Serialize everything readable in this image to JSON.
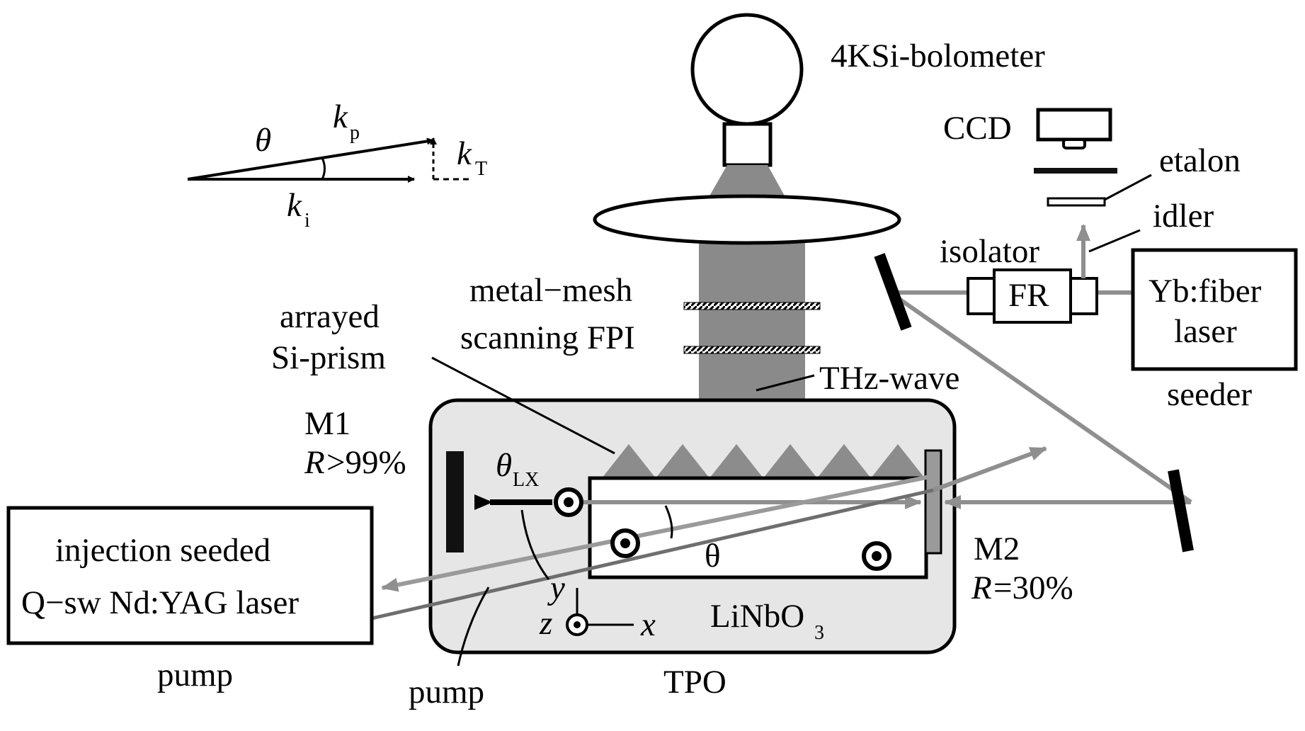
{
  "labels": {
    "bolometer": "4KSi-bolometer",
    "ccd": "CCD",
    "etalon": "etalon",
    "idler": "idler",
    "isolator": "isolator",
    "fr": "FR",
    "seeder_laser_line1": "Yb:fiber",
    "seeder_laser_line2": "laser",
    "seeder": "seeder",
    "fpi_line1": "metal−mesh",
    "fpi_line2": "scanning FPI",
    "prism_line1": "arrayed",
    "prism_line2": "Si-prism",
    "thz_wave": "THz-wave",
    "m1": "M1",
    "m1_reflect_sym": "R",
    "m1_reflect_val": ">99%",
    "m2": "M2",
    "m2_reflect_sym": "R",
    "m2_reflect_val": "=30%",
    "theta_lx_sym": "θ",
    "theta_lx_sub": "LX",
    "crystal_theta": "θ",
    "pump_laser_line1": "injection seeded",
    "pump_laser_line2": "Q−sw Nd:YAG laser",
    "pump_left": "pump",
    "pump_right": "pump",
    "crystal_base": "LiNbO",
    "crystal_sub": "3",
    "tpo": "TPO",
    "axis_x": "x",
    "axis_y": "y",
    "axis_z": "z"
  },
  "phase_matching": {
    "theta": "θ",
    "kp_sym": "k",
    "kp_sub": "p",
    "ki_sym": "k",
    "ki_sub": "i",
    "kt_sym": "k",
    "kt_sub": "T"
  },
  "colors": {
    "beam_gray": "#8f8f8f",
    "thz_gray": "#8a8a8a",
    "tpo_fill": "#e6e6e6",
    "prism_gray": "#8c8c8c",
    "m2_gray": "#9a9a9a",
    "outline": "#000000"
  }
}
